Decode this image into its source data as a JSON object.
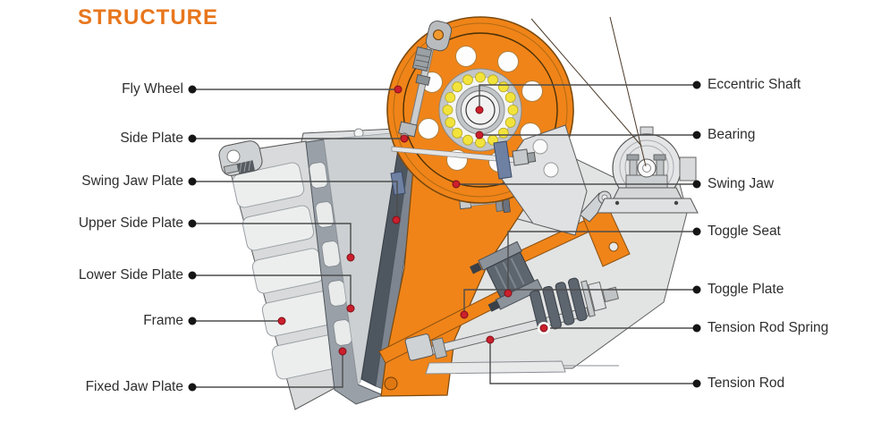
{
  "title": "STRUCTURE",
  "diagram": {
    "labels_left": [
      {
        "text": "Fly Wheel"
      },
      {
        "text": "Side Plate"
      },
      {
        "text": "Swing Jaw Plate"
      },
      {
        "text": "Upper Side Plate"
      },
      {
        "text": "Lower Side Plate"
      },
      {
        "text": "Frame"
      },
      {
        "text": "Fixed Jaw Plate"
      }
    ],
    "labels_right": [
      {
        "text": "Eccentric Shaft"
      },
      {
        "text": "Bearing"
      },
      {
        "text": "Swing Jaw"
      },
      {
        "text": "Toggle Seat"
      },
      {
        "text": "Toggle Plate"
      },
      {
        "text": "Tension Rod Spring"
      },
      {
        "text": "Tension Rod"
      }
    ],
    "colors": {
      "title_orange": "#E8761C",
      "machine_orange": "#F08418",
      "steel_light": "#DFE1E2",
      "steel_mid": "#99A0A8",
      "steel_dark": "#5D656E",
      "wedge_blue": "#6F81A3",
      "ball_yellow": "#F2E33C",
      "marker_red": "#CB1F2D",
      "leader_line": "#4D4D4D"
    }
  }
}
